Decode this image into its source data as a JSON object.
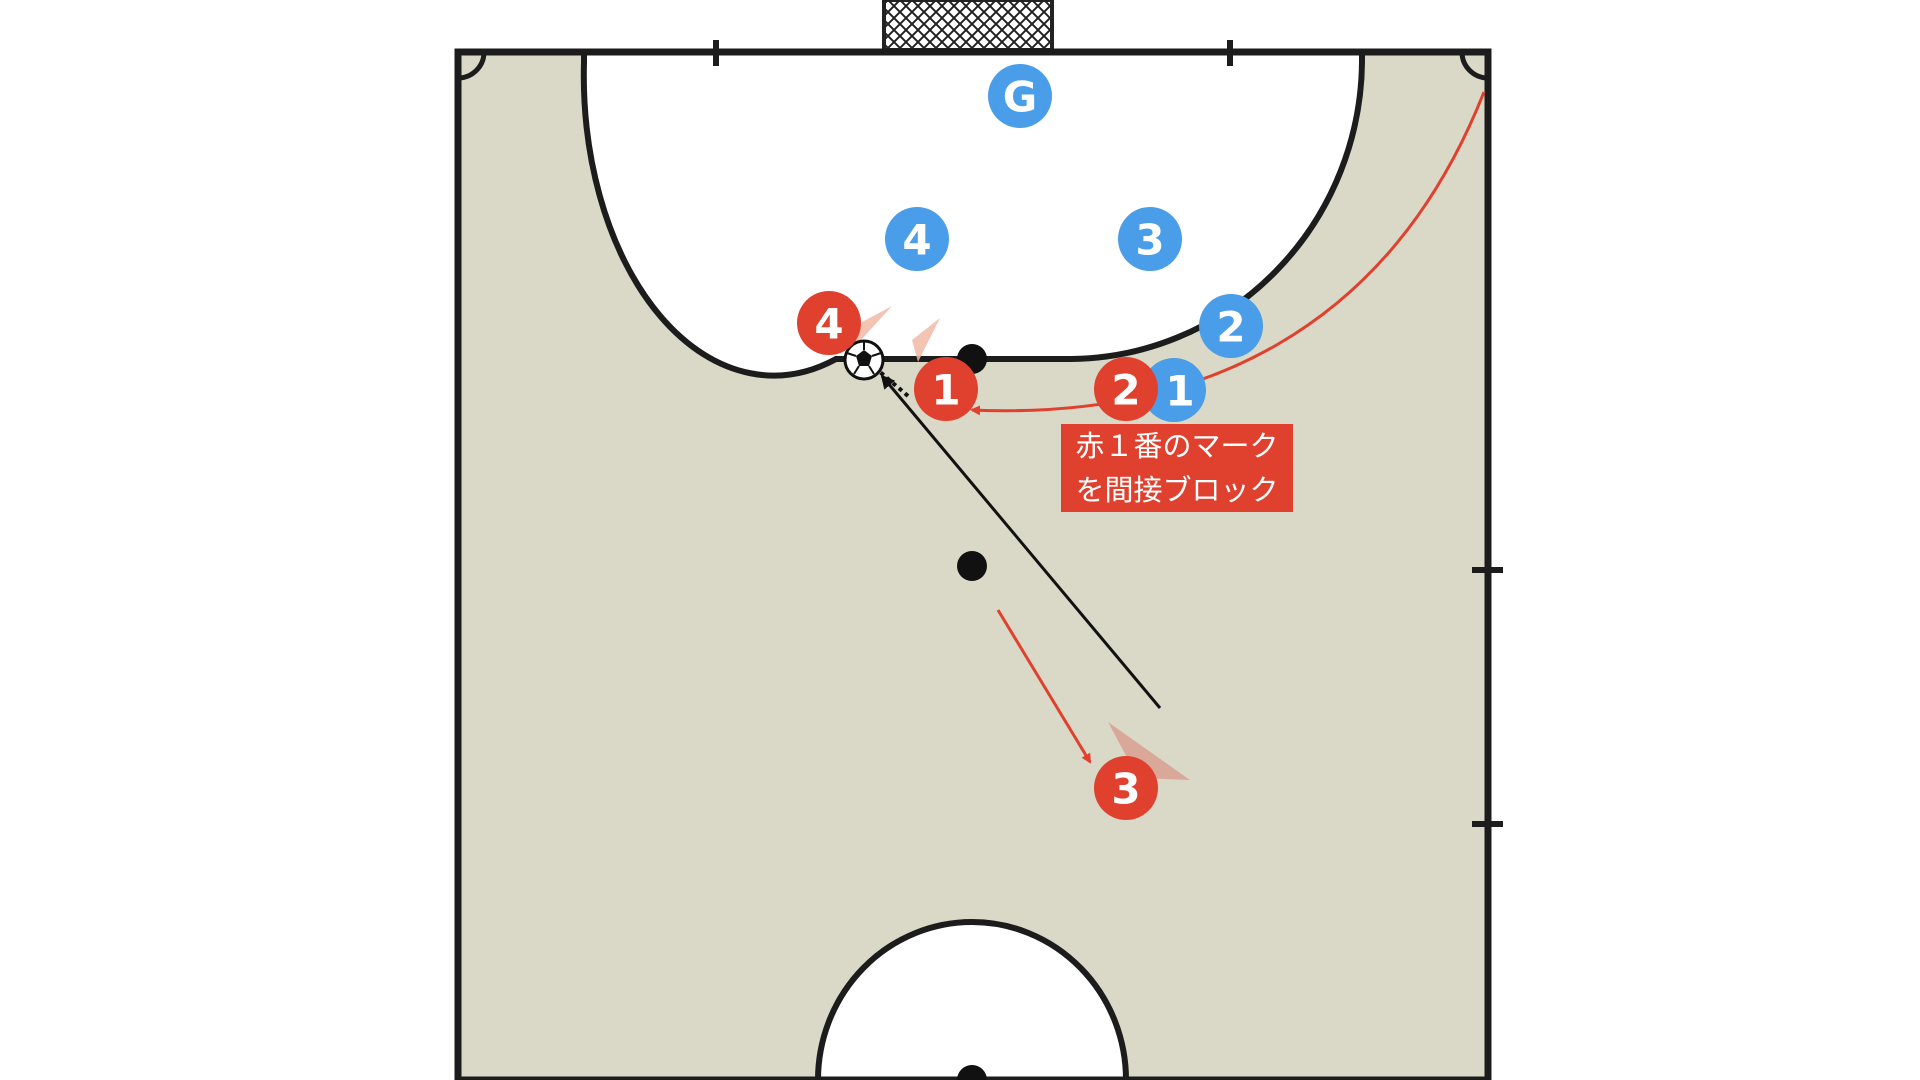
{
  "diagram": {
    "colors": {
      "court": "#dad8c7",
      "box": "#ffffff",
      "line": "#1c1c1c",
      "red_team": "#e0412e",
      "blue_team": "#4a9de8",
      "movement_arrow": "#e0412e",
      "shot_arrow": "#111111"
    },
    "blue_players": [
      {
        "id": "blue-g",
        "label": "G"
      },
      {
        "id": "blue-4",
        "label": "4"
      },
      {
        "id": "blue-3",
        "label": "3"
      },
      {
        "id": "blue-2",
        "label": "2"
      },
      {
        "id": "blue-1",
        "label": "1"
      }
    ],
    "red_players": [
      {
        "id": "red-4",
        "label": "4"
      },
      {
        "id": "red-1",
        "label": "1"
      },
      {
        "id": "red-2",
        "label": "2"
      },
      {
        "id": "red-3",
        "label": "3"
      }
    ],
    "annotation": {
      "line1": "赤１番のマーク",
      "line2": "を間接ブロック"
    },
    "icons": {
      "ball": "soccer-ball-icon",
      "goal": "goal-net"
    }
  }
}
